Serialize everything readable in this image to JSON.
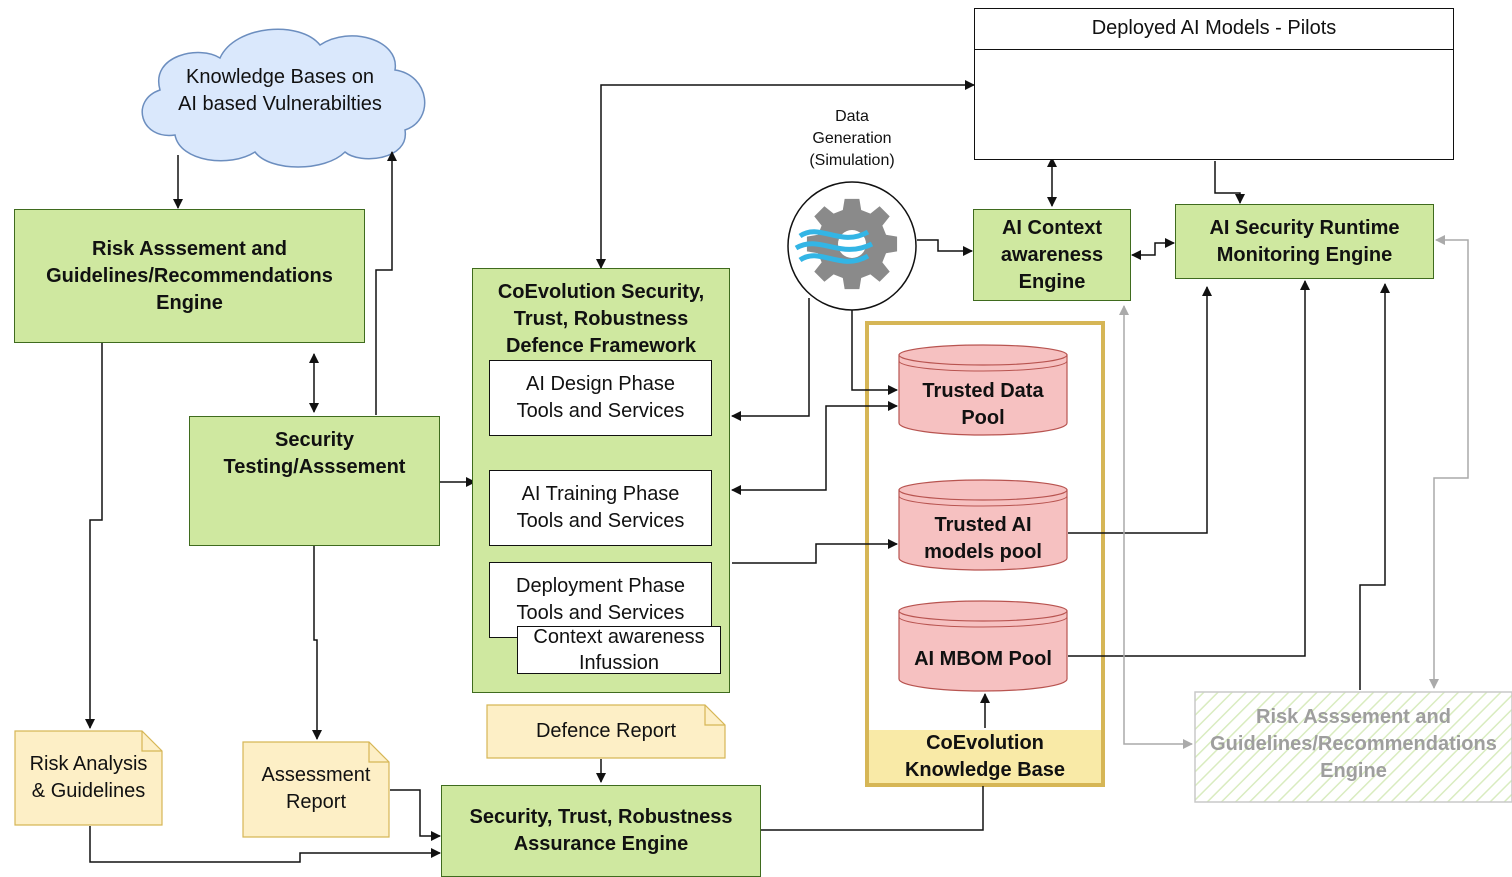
{
  "knowledge_bases": "Knowledge Bases on\nAI based Vulnerabilties",
  "risk_engine": "Risk Asssement  and\nGuidelines/Recommendations\nEngine",
  "security_testing": "Security\nTesting/Asssement",
  "coevolution_framework": "CoEvolution Security,\nTrust, Robustness\nDefence Framework",
  "design_phase": "AI Design Phase\nTools and Services",
  "training_phase": "AI Training Phase\nTools and Services",
  "deployment_phase": "Deployment Phase\nTools and Services",
  "context_infusion": "Context awareness\nInfussion",
  "defence_report": "Defence Report",
  "risk_analysis": "Risk Analysis\n& Guidelines",
  "assessment_report": "Assessment\nReport",
  "assurance_engine": "Security, Trust, Robustness\nAssurance Engine",
  "data_generation": "Data\nGeneration\n(Simulation)",
  "deployed_models": "Deployed AI Models - Pilots",
  "context_engine": "AI Context\nawareness\nEngine",
  "runtime_engine": "AI Security Runtime\nMonitoring Engine",
  "trusted_data_pool": "Trusted Data\nPool",
  "trusted_models_pool": "Trusted AI\nmodels pool",
  "mbom_pool": "AI MBOM Pool",
  "coevolution_kb": "CoEvolution\nKnowledge Base",
  "risk_engine_faded": "Risk Asssement  and\nGuidelines/Recommendations\nEngine",
  "icons": [
    "branch-node-icon",
    "orange-network-icon",
    "ai-cluster-icon",
    "hierarchy-icon"
  ],
  "colors": {
    "green": "#cfe8a0",
    "note": "#fdefc6",
    "cloud": "#dae8fc",
    "db": "#f6c1c1",
    "kb_border": "#d6b656",
    "kb_label": "#f7e38a"
  }
}
